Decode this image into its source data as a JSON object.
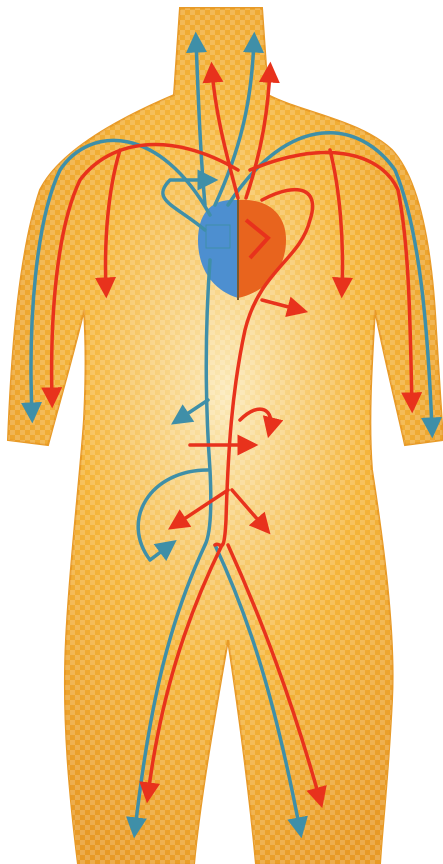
{
  "diagram": {
    "colors": {
      "background": "#ffffff",
      "body_fill": "#f5b53a",
      "body_edge": "#e89a26",
      "body_highlight": "#fbe9b8",
      "artery": "#e8321c",
      "vein": "#3f8fa8",
      "heart_right": "#4d8fd0",
      "heart_left": "#e8641e"
    },
    "vessels": [
      {
        "name": "carotid-left-artery",
        "kind": "artery"
      },
      {
        "name": "carotid-right-artery",
        "kind": "artery"
      },
      {
        "name": "jugular-left-vein",
        "kind": "vein"
      },
      {
        "name": "jugular-right-vein",
        "kind": "vein"
      },
      {
        "name": "arm-left-artery",
        "kind": "artery"
      },
      {
        "name": "arm-right-artery",
        "kind": "artery"
      },
      {
        "name": "arm-left-vein",
        "kind": "vein"
      },
      {
        "name": "arm-right-vein",
        "kind": "vein"
      },
      {
        "name": "aorta-artery",
        "kind": "artery"
      },
      {
        "name": "vena-cava-vein",
        "kind": "vein"
      },
      {
        "name": "leg-left-artery",
        "kind": "artery"
      },
      {
        "name": "leg-right-artery",
        "kind": "artery"
      },
      {
        "name": "leg-left-vein",
        "kind": "vein"
      },
      {
        "name": "leg-right-vein",
        "kind": "vein"
      },
      {
        "name": "organ-branches-artery",
        "kind": "artery"
      },
      {
        "name": "organ-branches-vein",
        "kind": "vein"
      }
    ]
  }
}
